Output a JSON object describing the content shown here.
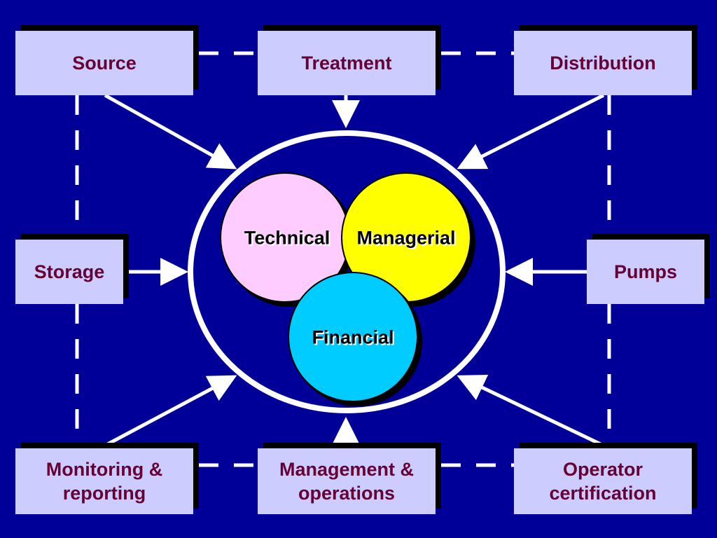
{
  "colors": {
    "background": "#000099",
    "box_fill": "#ccccff",
    "box_text": "#660033",
    "connector": "#ffffff",
    "technical_fill": "#ffccff",
    "managerial_fill": "#ffff00",
    "financial_fill": "#00ccff"
  },
  "boxes": {
    "source": "Source",
    "treatment": "Treatment",
    "distribution": "Distribution",
    "storage": "Storage",
    "pumps": "Pumps",
    "monitoring": "Monitoring & reporting",
    "management": "Management & operations",
    "operator": "Operator certification"
  },
  "circles": {
    "technical": "Technical",
    "managerial": "Managerial",
    "financial": "Financial"
  }
}
